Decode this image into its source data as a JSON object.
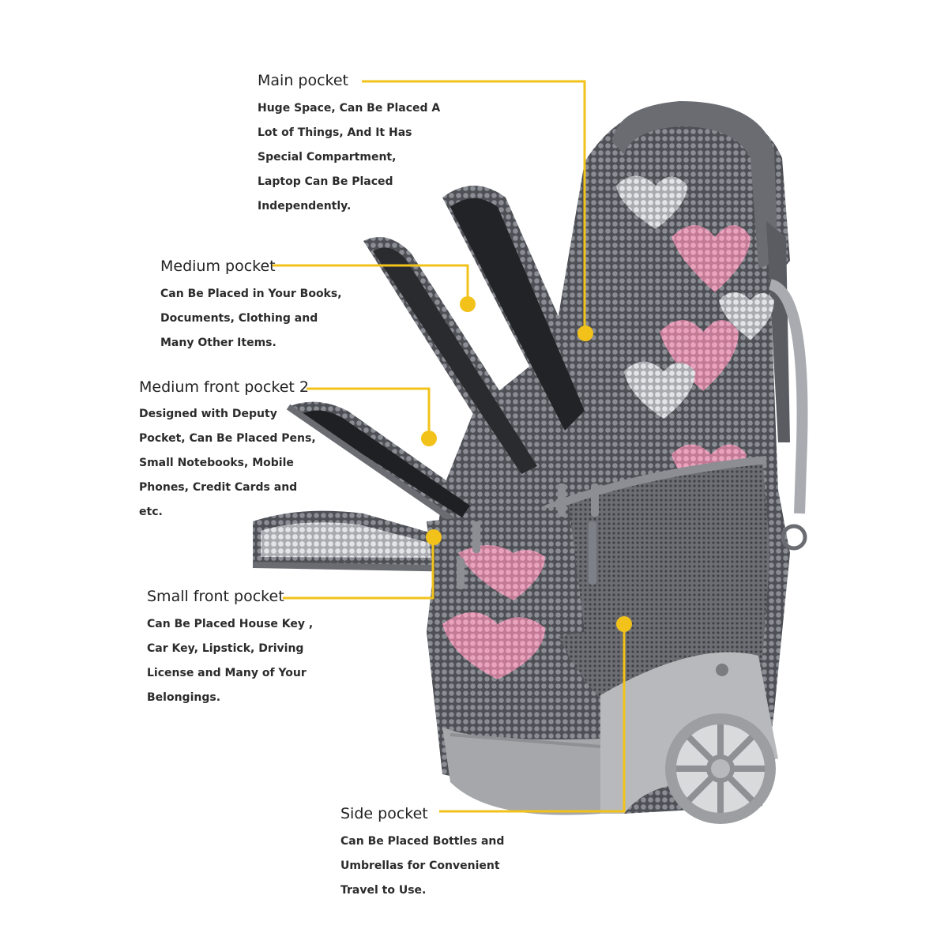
{
  "colors": {
    "accent": "#f2c21b",
    "fabric_dark": "#55575d",
    "fabric_mid": "#7d8087",
    "heart_pink": "#e69ab6",
    "heart_light": "#d4d6da",
    "wheel_housing": "#b7b9bc",
    "background": "#ffffff"
  },
  "callouts": [
    {
      "title": "Main pocket",
      "lines": [
        "Huge Space, Can Be Placed A",
        "Lot of Things, And It Has",
        "Special Compartment,",
        "Laptop Can Be Placed",
        "Independently."
      ]
    },
    {
      "title": "Medium pocket",
      "lines": [
        "Can Be Placed in Your Books,",
        "Documents, Clothing and",
        "Many Other Items."
      ]
    },
    {
      "title": "Medium front pocket 2",
      "lines": [
        "Designed with Deputy",
        "Pocket, Can Be Placed Pens,",
        "Small Notebooks, Mobile",
        "Phones, Credit Cards and",
        "etc."
      ]
    },
    {
      "title": "Small front pocket",
      "lines": [
        "Can Be Placed House Key ,",
        "Car Key, Lipstick, Driving",
        "License and Many of Your",
        "Belongings."
      ]
    },
    {
      "title": "Side pocket",
      "lines": [
        "Can Be Placed Bottles and",
        "Umbrellas for Convenient",
        "Travel to Use."
      ]
    }
  ]
}
